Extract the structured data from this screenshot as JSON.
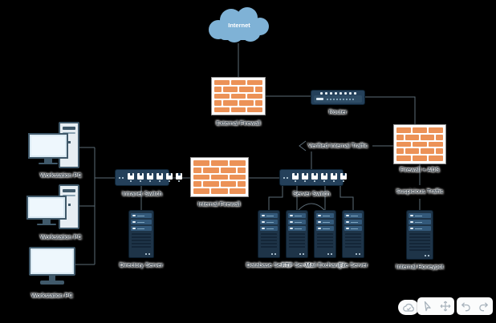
{
  "diagram": {
    "nodes": {
      "internet": {
        "label": "Internet"
      },
      "external_firewall": {
        "label": "External Firewall"
      },
      "router": {
        "label": "Router"
      },
      "firewall_ads": {
        "label": "Firewall + ADS"
      },
      "internal_honeypot": {
        "label": "Internal Honeypot"
      },
      "server_switch": {
        "label": "Server Switch"
      },
      "internal_firewall": {
        "label": "Internal Firewall"
      },
      "intranet_switch": {
        "label": "Intranet Switch"
      },
      "directory_server": {
        "label": "Directory Server"
      },
      "database_server": {
        "label": "Database Server"
      },
      "ftp_server": {
        "label": "FTP Server"
      },
      "mail_exchange": {
        "label": "Mail Exchange"
      },
      "file_server": {
        "label": "File Server"
      },
      "workstation_1": {
        "label": "Workstation PC"
      },
      "workstation_2": {
        "label": "Workstation PC"
      },
      "workstation_3": {
        "label": "Workstation PC"
      }
    },
    "edge_labels": {
      "verified": "Verified Internal Traffic",
      "suspicious": "Suspicious Traffic"
    },
    "colors": {
      "background": "#000000",
      "cloud": "#7fb2d6",
      "brick": "#ec9257",
      "device_body": "#24405a",
      "server_body": "#1e3448",
      "server_stripe": "#33597a",
      "workstation_fill": "#e6edf2",
      "workstation_border": "#40596a",
      "connector": "#5b6b76",
      "label_text": "#25323d"
    },
    "toolbar": {
      "icons": [
        "cloud-sync",
        "cursor",
        "pan",
        "undo",
        "redo"
      ]
    }
  }
}
